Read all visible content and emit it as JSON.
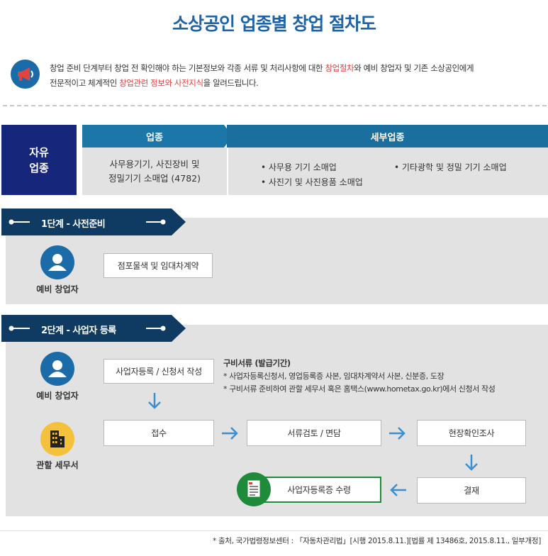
{
  "header": {
    "title": "소상공인 업종별 창업 절차도",
    "intro_part1": "창업 준비 단계부터 창업 전 확인해야 하는 기본정보와 각종 서류 및 처리사항에 대한 ",
    "intro_red1": "창업절차",
    "intro_part2": "와 예비 창업자 및 기존 소상공인에게",
    "intro_part3": "전문적이고 체계적인 ",
    "intro_red2": "창업관련 정보와 사전지식",
    "intro_part4": "을 알려드립니다."
  },
  "category": {
    "label_line1": "자유",
    "label_line2": "업종",
    "industry_header": "업종",
    "detail_header": "세부업종",
    "industry_line1": "사무용기기, 사진장비 및",
    "industry_line2": "정밀기기 소매업 (4782)",
    "details": [
      "• 사무용 기기 소매업",
      "• 기타광학 및 정밀 기기 소매업",
      "• 사진기 및 사진용품 소매업"
    ]
  },
  "stage1": {
    "title": "1단계 - 사전준비",
    "role": "예비 창업자",
    "task": "점포물색 및 임대차계약"
  },
  "stage2": {
    "title": "2단계 - 사업자 등록",
    "role_applicant": "예비 창업자",
    "role_office": "관할 세무서",
    "apply": "사업자등록 / 신청서 작성",
    "docs_title": "구비서류 (발급기간)",
    "docs_line1": "* 사업자등록신청서, 영업등록증 사본, 임대차계약서 사본, 신분증, 도장",
    "docs_line2": "* 구비서류 준비하여 관할 세무서 혹은 홈택스(www.hometax.go.kr)에서 신청서 작성",
    "receive": "접수",
    "review": "서류검토 / 면담",
    "inspect": "현장확인조사",
    "approve": "결재",
    "issue": "사업자등록증 수령"
  },
  "footer": {
    "source": "* 출처, 국가법령정보센터 : 「자동차관리법」[시행 2015.8.11.][법률 제 13486호, 2015.8.11., 일부개정]"
  },
  "colors": {
    "title": "#1e62a8",
    "accent_red": "#e2433f",
    "navy": "#16267a",
    "banner": "#0f3b63",
    "arrow": "#3b8fd0",
    "panel": "#e2e2e2",
    "issue_green": "#1e8a3a",
    "office_yellow": "#f3c13c"
  },
  "icons": {
    "intro": "megaphone-icon",
    "person": "person-icon",
    "office": "building-icon",
    "document": "document-icon",
    "arrow": "arrow-icon"
  }
}
